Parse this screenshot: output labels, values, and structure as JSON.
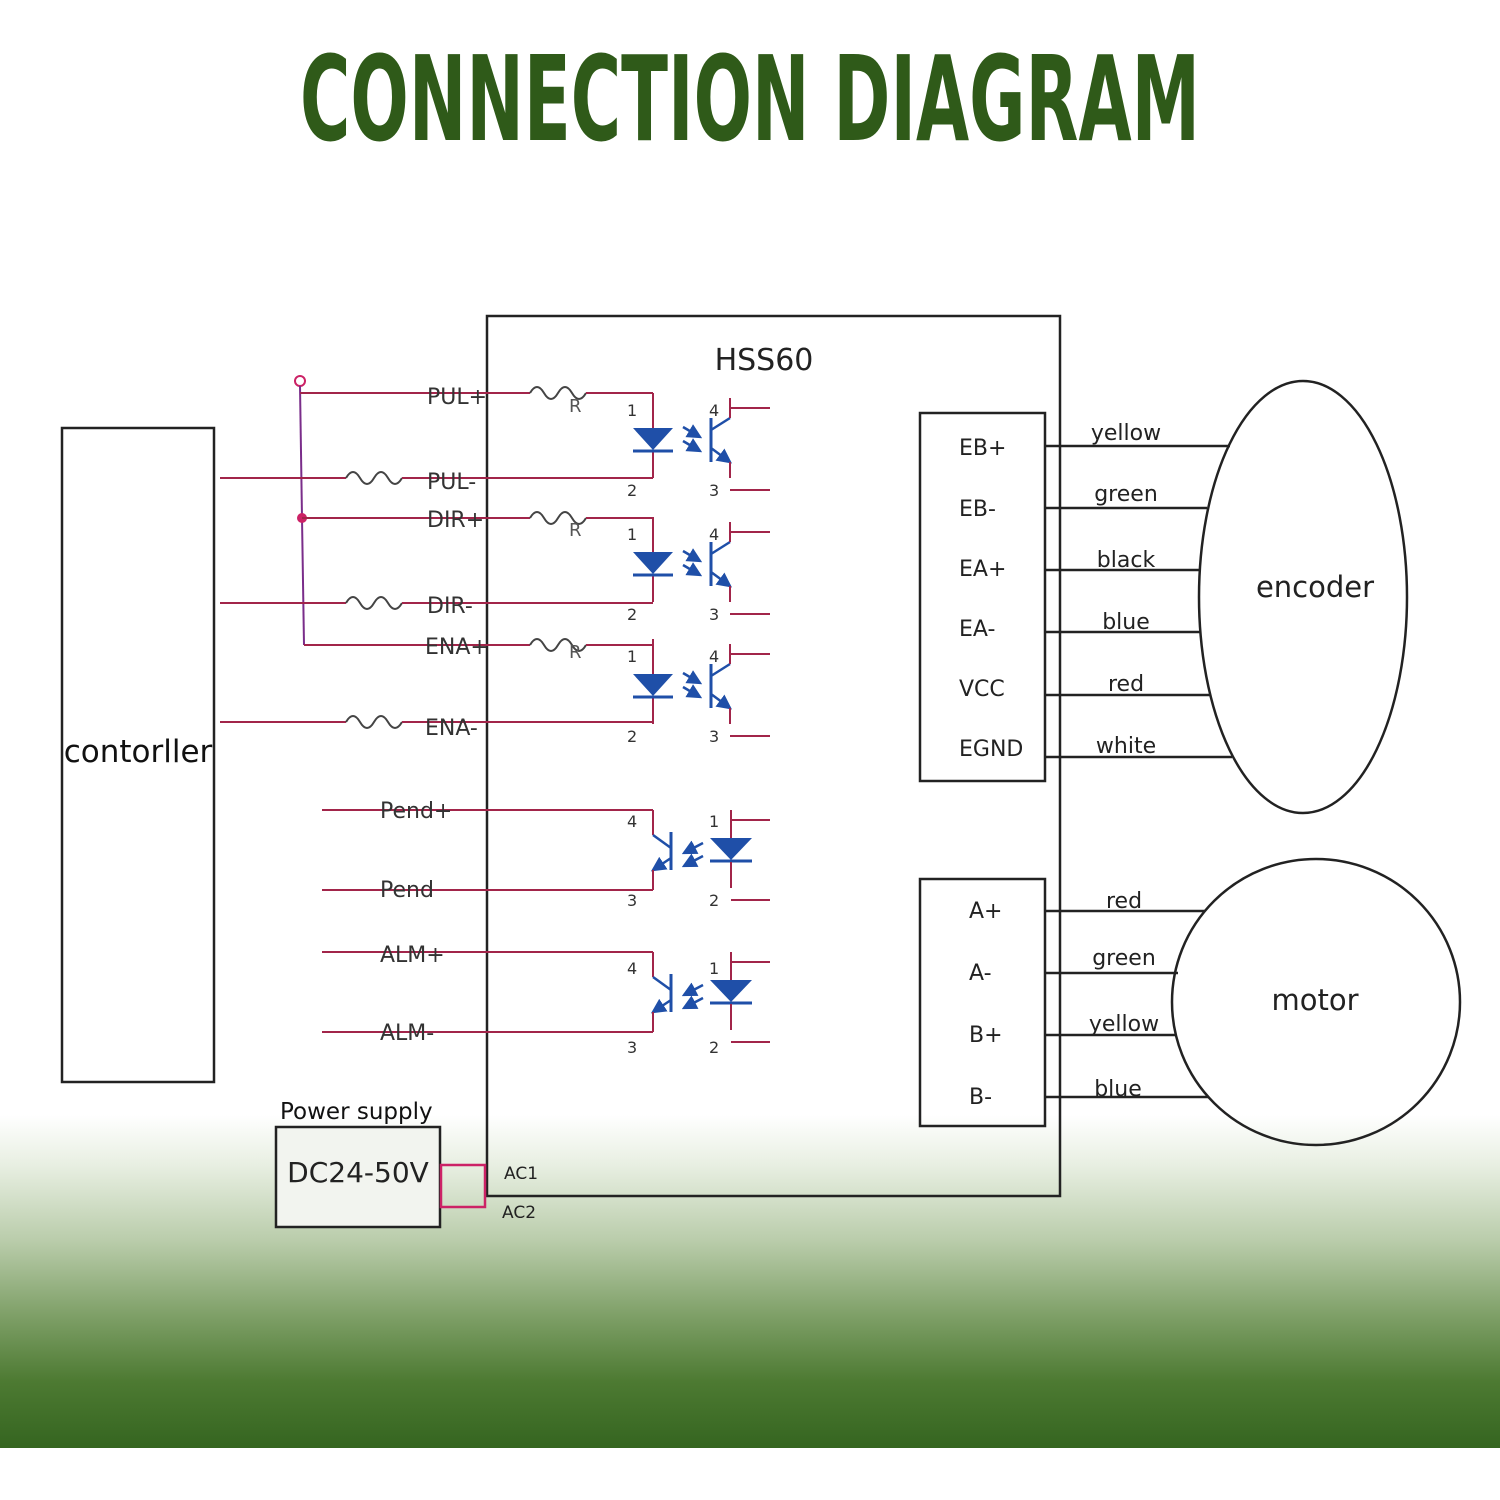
{
  "title": "CONNECTION DIAGRAM",
  "colors": {
    "title": "#2f5a19",
    "wire_red": "#a2254a",
    "wire_purple": "#7a2d8a",
    "optocoupler": "#1f4fa8",
    "outline": "#222222",
    "power_link": "#cc2266"
  },
  "controller": {
    "label": "contorller"
  },
  "driver": {
    "label": "HSS60"
  },
  "input_signals": {
    "pul_plus": "PUL+",
    "pul_minus": "PUL-",
    "dir_plus": "DIR+",
    "dir_minus": "DIR-",
    "ena_plus": "ENA+",
    "ena_minus": "ENA-"
  },
  "resistor_label": "R",
  "output_signals": {
    "pend_plus": "Pend+",
    "pend": "Pend",
    "alm_plus": "ALM+",
    "alm_minus": "ALM-"
  },
  "pins": {
    "p1": "1",
    "p2": "2",
    "p3": "3",
    "p4": "4"
  },
  "encoder_terminals": [
    "EB+",
    "EB-",
    "EA+",
    "EA-",
    "VCC",
    "EGND"
  ],
  "encoder_wires": [
    "yellow",
    "green",
    "black",
    "blue",
    "red",
    "white"
  ],
  "encoder": {
    "label": "encoder"
  },
  "motor_terminals": [
    "A+",
    "A-",
    "B+",
    "B-"
  ],
  "motor_wires": [
    "red",
    "green",
    "yellow",
    "blue"
  ],
  "motor": {
    "label": "motor"
  },
  "power": {
    "caption": "Power supply",
    "voltage": "DC24-50V",
    "ac1": "AC1",
    "ac2": "AC2"
  }
}
